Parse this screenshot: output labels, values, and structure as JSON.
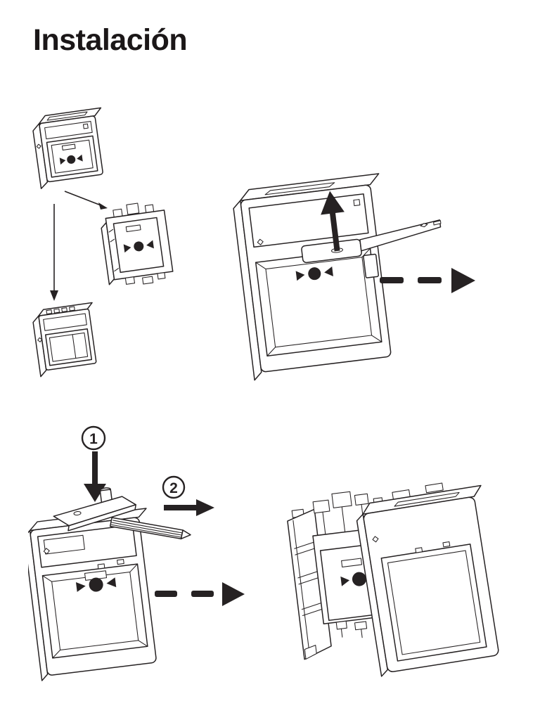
{
  "title": "Instalación",
  "colors": {
    "ink": "#262223",
    "paper": "#ffffff"
  },
  "steps": [
    {
      "label": "1"
    },
    {
      "label": "2"
    }
  ],
  "figures": [
    {
      "name": "exploded-parts-overview"
    },
    {
      "name": "cover-release-with-test-key"
    },
    {
      "name": "tool-insertion-steps"
    },
    {
      "name": "cover-separation"
    }
  ],
  "icons": {
    "call_point_symbol": "arrows-press-here-symbol",
    "thin_arrow": "thin-arrow",
    "solid_arrow": "solid-arrow",
    "dashed_arrow": "dashed-arrow-right"
  }
}
